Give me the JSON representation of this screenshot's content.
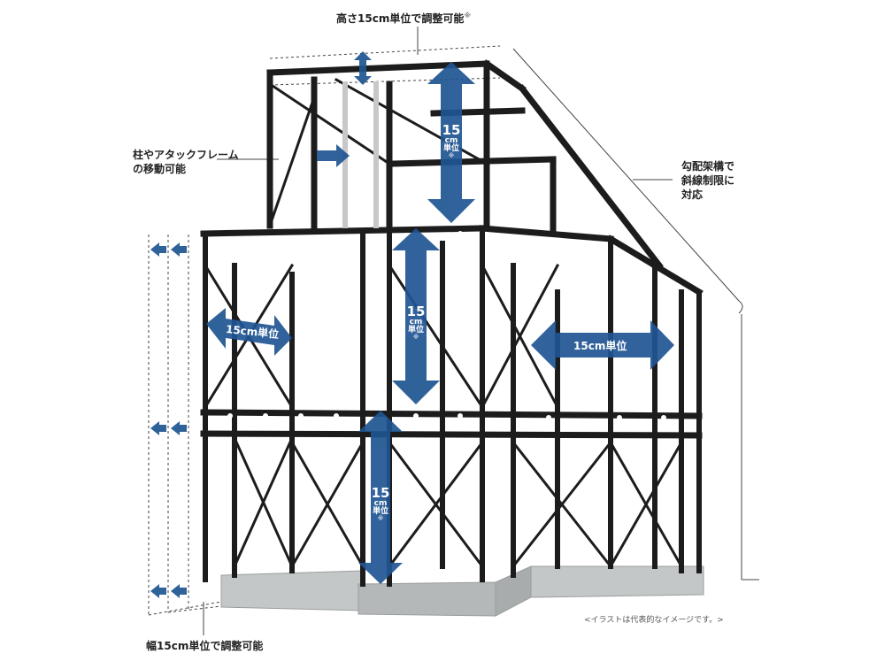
{
  "labels": {
    "height_adjust": "高さ15cm単位で調整可能",
    "height_adjust_mark": "※",
    "column_move_line1": "柱やアタックフレーム",
    "column_move_line2": "の移動可能",
    "slope_line1": "勾配架構で",
    "slope_line2": "斜線制限に",
    "slope_line3": "対応",
    "width_adjust": "幅15cm単位で調整可能",
    "illustration_note": "<イラストは代表的なイメージです。>"
  },
  "arrow_labels": {
    "top_vertical": {
      "num": "15",
      "unit": "cm",
      "word": "単位",
      "mark": "※"
    },
    "middle_vertical": {
      "num": "15",
      "unit": "cm",
      "word": "単位",
      "mark": "※"
    },
    "bottom_vertical": {
      "num": "15",
      "unit": "cm",
      "word": "単位",
      "mark": "※"
    },
    "left_horizontal": "15cm単位",
    "right_horizontal": "15cm単位"
  },
  "colors": {
    "arrow": "#1f5592",
    "frame": "#1c1c1c",
    "foundation": "#b9bcbd"
  }
}
